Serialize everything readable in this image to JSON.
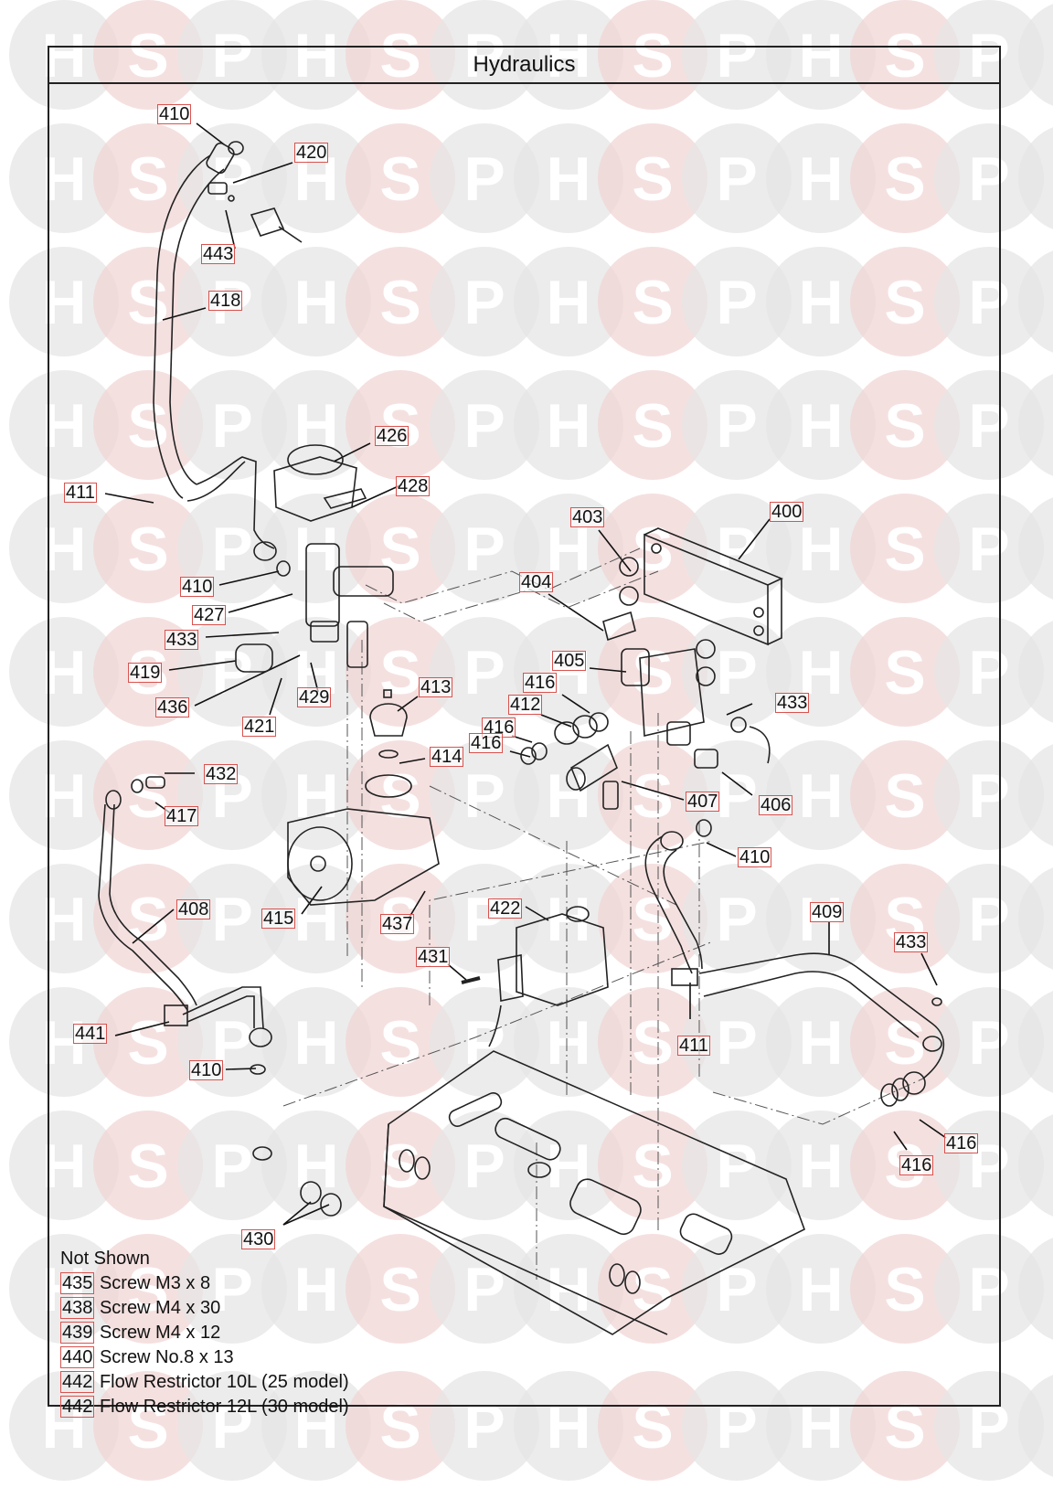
{
  "diagram": {
    "title": "Hydraulics",
    "watermark": {
      "letters": [
        "H",
        "S",
        "P"
      ],
      "colors": {
        "H": "#e6e6e6",
        "S": "#f2d6d6",
        "P": "#e6e6e6"
      }
    },
    "accent_color": "#d9534f",
    "callouts": [
      {
        "id": "c-410-a",
        "label": "410"
      },
      {
        "id": "c-420",
        "label": "420"
      },
      {
        "id": "c-443",
        "label": "443"
      },
      {
        "id": "c-418",
        "label": "418"
      },
      {
        "id": "c-426",
        "label": "426"
      },
      {
        "id": "c-428",
        "label": "428"
      },
      {
        "id": "c-411-a",
        "label": "411"
      },
      {
        "id": "c-410-b",
        "label": "410"
      },
      {
        "id": "c-427",
        "label": "427"
      },
      {
        "id": "c-433-a",
        "label": "433"
      },
      {
        "id": "c-419",
        "label": "419"
      },
      {
        "id": "c-436",
        "label": "436"
      },
      {
        "id": "c-421",
        "label": "421"
      },
      {
        "id": "c-429",
        "label": "429"
      },
      {
        "id": "c-403",
        "label": "403"
      },
      {
        "id": "c-400",
        "label": "400"
      },
      {
        "id": "c-404",
        "label": "404"
      },
      {
        "id": "c-405",
        "label": "405"
      },
      {
        "id": "c-416-a",
        "label": "416"
      },
      {
        "id": "c-412",
        "label": "412"
      },
      {
        "id": "c-416-b",
        "label": "416"
      },
      {
        "id": "c-416-c",
        "label": "416"
      },
      {
        "id": "c-413",
        "label": "413"
      },
      {
        "id": "c-414",
        "label": "414"
      },
      {
        "id": "c-433-b",
        "label": "433"
      },
      {
        "id": "c-407",
        "label": "407"
      },
      {
        "id": "c-406",
        "label": "406"
      },
      {
        "id": "c-432",
        "label": "432"
      },
      {
        "id": "c-417",
        "label": "417"
      },
      {
        "id": "c-415",
        "label": "415"
      },
      {
        "id": "c-437",
        "label": "437"
      },
      {
        "id": "c-410-c",
        "label": "410"
      },
      {
        "id": "c-408",
        "label": "408"
      },
      {
        "id": "c-422",
        "label": "422"
      },
      {
        "id": "c-409",
        "label": "409"
      },
      {
        "id": "c-433-c",
        "label": "433"
      },
      {
        "id": "c-431",
        "label": "431"
      },
      {
        "id": "c-441",
        "label": "441"
      },
      {
        "id": "c-411-b",
        "label": "411"
      },
      {
        "id": "c-410-d",
        "label": "410"
      },
      {
        "id": "c-416-d",
        "label": "416"
      },
      {
        "id": "c-416-e",
        "label": "416"
      },
      {
        "id": "c-430",
        "label": "430"
      }
    ],
    "not_shown": {
      "heading": "Not Shown",
      "items": [
        {
          "num": "435",
          "desc": "Screw M3 x 8"
        },
        {
          "num": "438",
          "desc": "Screw M4 x 30"
        },
        {
          "num": "439",
          "desc": "Screw M4 x 12"
        },
        {
          "num": "440",
          "desc": "Screw No.8 x 13"
        },
        {
          "num": "442",
          "desc": "Flow Restrictor 10L (25 model)"
        },
        {
          "num": "442",
          "desc": "Flow Restrictor 12L (30 model)"
        }
      ]
    }
  }
}
